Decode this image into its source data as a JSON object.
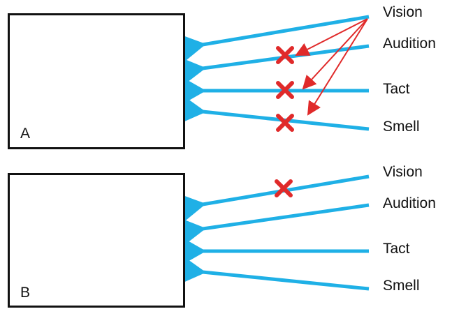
{
  "panels": [
    {
      "label": "A",
      "senses": [
        {
          "name": "Vision",
          "blocked": false
        },
        {
          "name": "Audition",
          "blocked": true
        },
        {
          "name": "Tact",
          "blocked": true
        },
        {
          "name": "Smell",
          "blocked": true
        }
      ],
      "crossmodal_arrows_from": "Vision",
      "crossmodal_arrows_to": [
        "Audition",
        "Tact",
        "Smell"
      ]
    },
    {
      "label": "B",
      "senses": [
        {
          "name": "Vision",
          "blocked": true
        },
        {
          "name": "Audition",
          "blocked": false
        },
        {
          "name": "Tact",
          "blocked": false
        },
        {
          "name": "Smell",
          "blocked": false
        }
      ]
    }
  ],
  "colors": {
    "pathway": "#1fb0e6",
    "block_mark": "#e02a2a",
    "crossmodal_arrow": "#e02a2a",
    "visual_cortex": "#4a90c4",
    "brain": "#8a8a8a",
    "frame": "#111111"
  },
  "icons": {
    "brain": "brain-top-view-icon",
    "block": "red-x-icon"
  }
}
